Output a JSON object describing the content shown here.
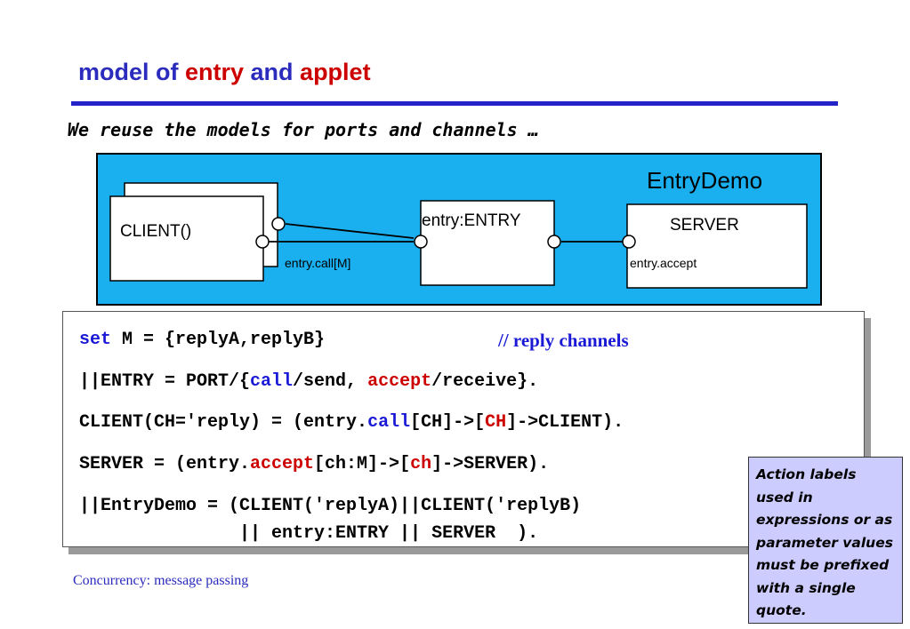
{
  "slide": {
    "title_part1": "model of ",
    "title_part2": "entry",
    "title_part3": " and ",
    "title_part4": "applet",
    "subtitle": "We reuse the models for ports and channels …",
    "footer": "Concurrency: message passing"
  },
  "diagram": {
    "system_name": "EntryDemo",
    "client_label": "CLIENT()",
    "entry_label": "entry:ENTRY",
    "server_label": "SERVER",
    "call_label": "entry.call[M]",
    "accept_label": "entry.accept",
    "colors": {
      "background": "#1ab0f0",
      "boxes": "#ffffff",
      "stroke": "#000000"
    }
  },
  "code": {
    "line1": {
      "kw_set": "set",
      "rest": " M = {replyA,replyB}"
    },
    "comment": "// reply channels",
    "line2": {
      "a": "||ENTRY = PORT/{",
      "call": "call",
      "b": "/send, ",
      "accept": "accept",
      "c": "/receive}."
    },
    "line3": {
      "a": "CLIENT(CH='reply) = (entry.",
      "call": "call",
      "b": "[CH]->[",
      "ch": "CH",
      "c": "]->CLIENT)."
    },
    "line4": {
      "a": "SERVER = (entry.",
      "accept": "accept",
      "b": "[ch:M]->[",
      "ch": "ch",
      "c": "]->SERVER)."
    },
    "line5": "||EntryDemo = (CLIENT('replyA)||CLIENT('replyB)",
    "line6": "               || entry:ENTRY || SERVER  )."
  },
  "note": "Action labels used in expressions or as parameter values must be prefixed with a single quote.",
  "colors": {
    "title_blue": "#2b2bbd",
    "title_red": "#cc0000",
    "keyword_blue": "#1a1ad6",
    "note_bg": "#ccccff"
  }
}
